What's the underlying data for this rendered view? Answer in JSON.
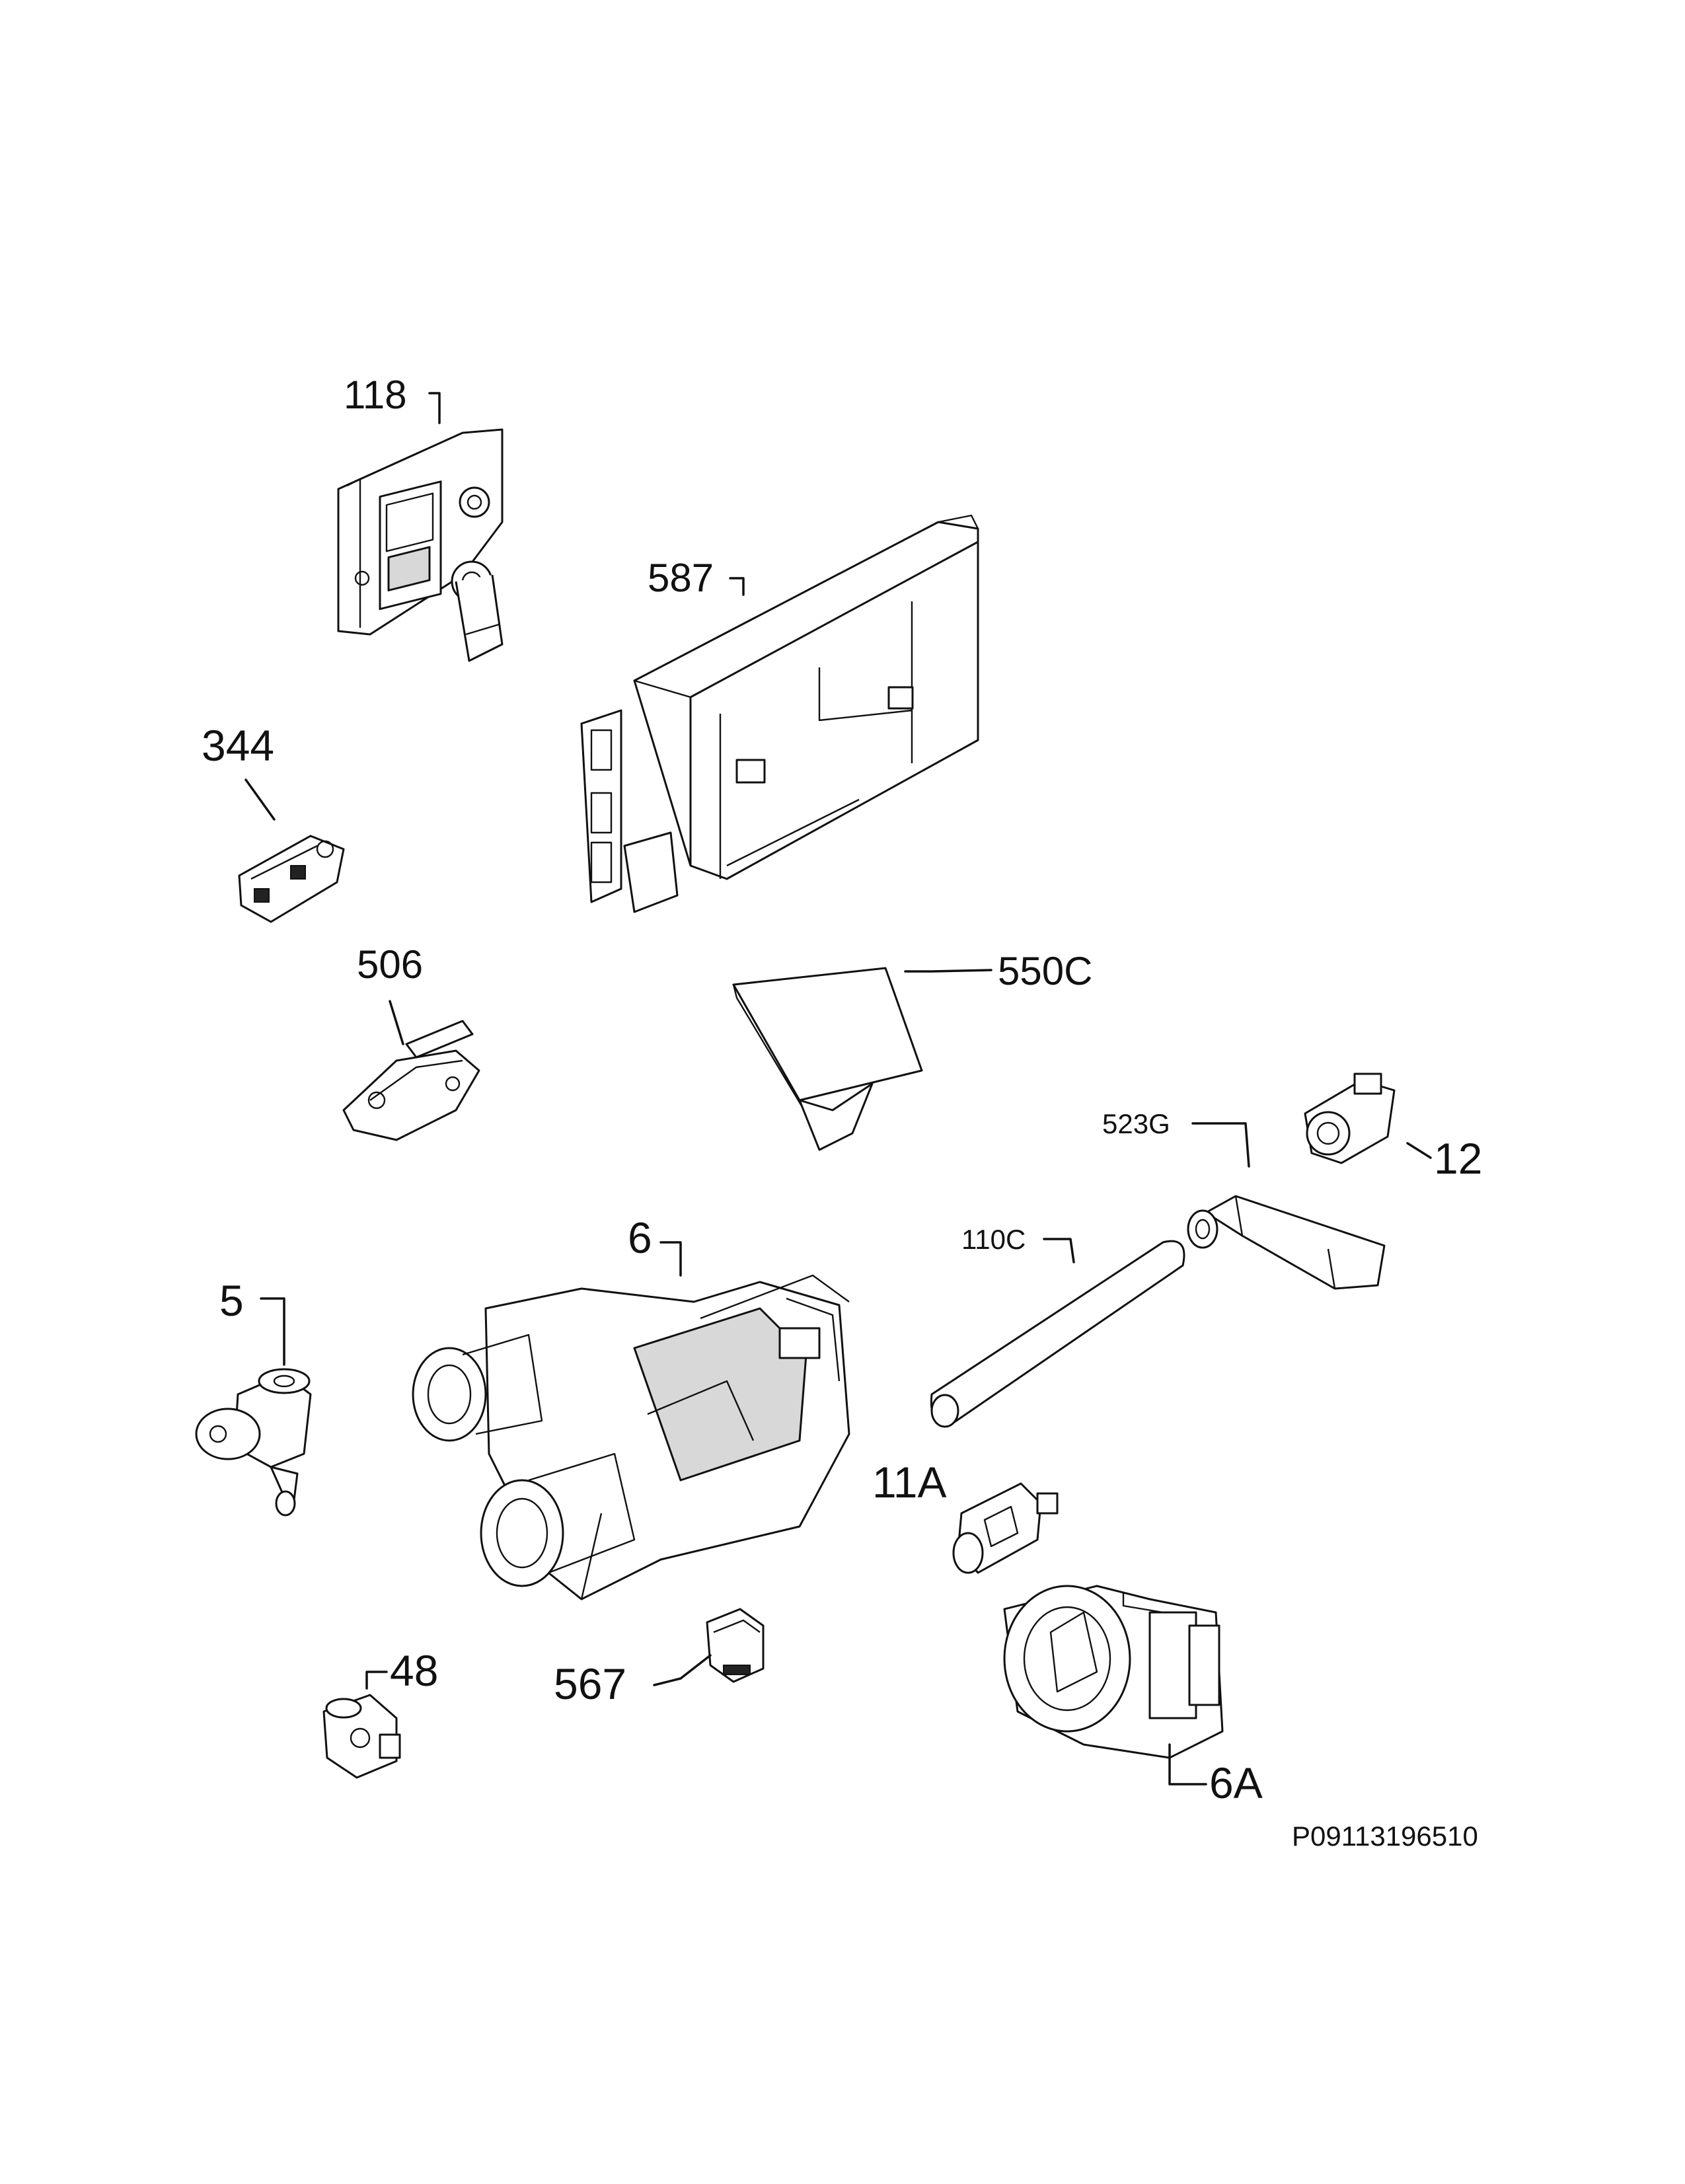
{
  "diagram": {
    "reference_code": "P09113196510",
    "parts": [
      {
        "id": "118",
        "label": "118"
      },
      {
        "id": "587",
        "label": "587"
      },
      {
        "id": "344",
        "label": "344"
      },
      {
        "id": "506",
        "label": "506"
      },
      {
        "id": "550C",
        "label": "550C"
      },
      {
        "id": "523G",
        "label": "523G"
      },
      {
        "id": "12",
        "label": "12"
      },
      {
        "id": "110C",
        "label": "110C"
      },
      {
        "id": "6",
        "label": "6"
      },
      {
        "id": "5",
        "label": "5"
      },
      {
        "id": "11A",
        "label": "11A"
      },
      {
        "id": "48",
        "label": "48"
      },
      {
        "id": "567",
        "label": "567"
      },
      {
        "id": "6A",
        "label": "6A"
      }
    ]
  }
}
